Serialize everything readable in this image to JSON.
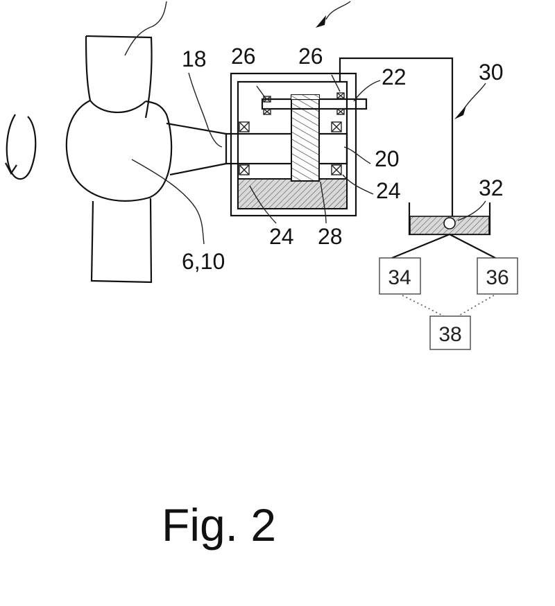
{
  "figure_caption": "Fig. 2",
  "labels": {
    "l18": "18",
    "l26a": "26",
    "l26b": "26",
    "l22": "22",
    "l30": "30",
    "l20": "20",
    "l24a": "24",
    "l24b": "24",
    "l28": "28",
    "l32": "32",
    "l610": "6,10"
  },
  "boxes": {
    "b34": "34",
    "b36": "36",
    "b38": "38"
  }
}
